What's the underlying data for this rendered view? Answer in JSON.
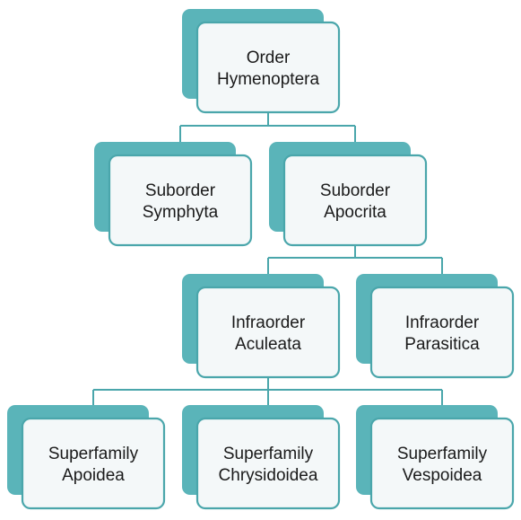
{
  "nodes": [
    {
      "id": "hymenoptera",
      "lines": [
        "Order",
        "Hymenoptera"
      ]
    },
    {
      "id": "symphyta",
      "lines": [
        "Suborder",
        "Symphyta"
      ]
    },
    {
      "id": "apocrita",
      "lines": [
        "Suborder",
        "Apocrita"
      ]
    },
    {
      "id": "aculeata",
      "lines": [
        "Infraorder",
        "Aculeata"
      ]
    },
    {
      "id": "parasitica",
      "lines": [
        "Infraorder",
        "Parasitica"
      ]
    },
    {
      "id": "apoidea",
      "lines": [
        "Superfamily",
        "Apoidea"
      ]
    },
    {
      "id": "chrysidoidea",
      "lines": [
        "Superfamily",
        "Chrysidoidea"
      ]
    },
    {
      "id": "vespoidea",
      "lines": [
        "Superfamily",
        "Vespoidea"
      ]
    }
  ],
  "edges": [
    {
      "from": "hymenoptera",
      "to": "symphyta"
    },
    {
      "from": "hymenoptera",
      "to": "apocrita"
    },
    {
      "from": "apocrita",
      "to": "aculeata"
    },
    {
      "from": "apocrita",
      "to": "parasitica"
    },
    {
      "from": "aculeata",
      "to": "apoidea"
    },
    {
      "from": "aculeata",
      "to": "chrysidoidea"
    },
    {
      "from": "aculeata",
      "to": "vespoidea"
    }
  ],
  "colors": {
    "accent": "#5ab4b9",
    "border": "#4aa6ab",
    "box_fill": "#f4f8f9",
    "text": "#1a1a1a"
  }
}
